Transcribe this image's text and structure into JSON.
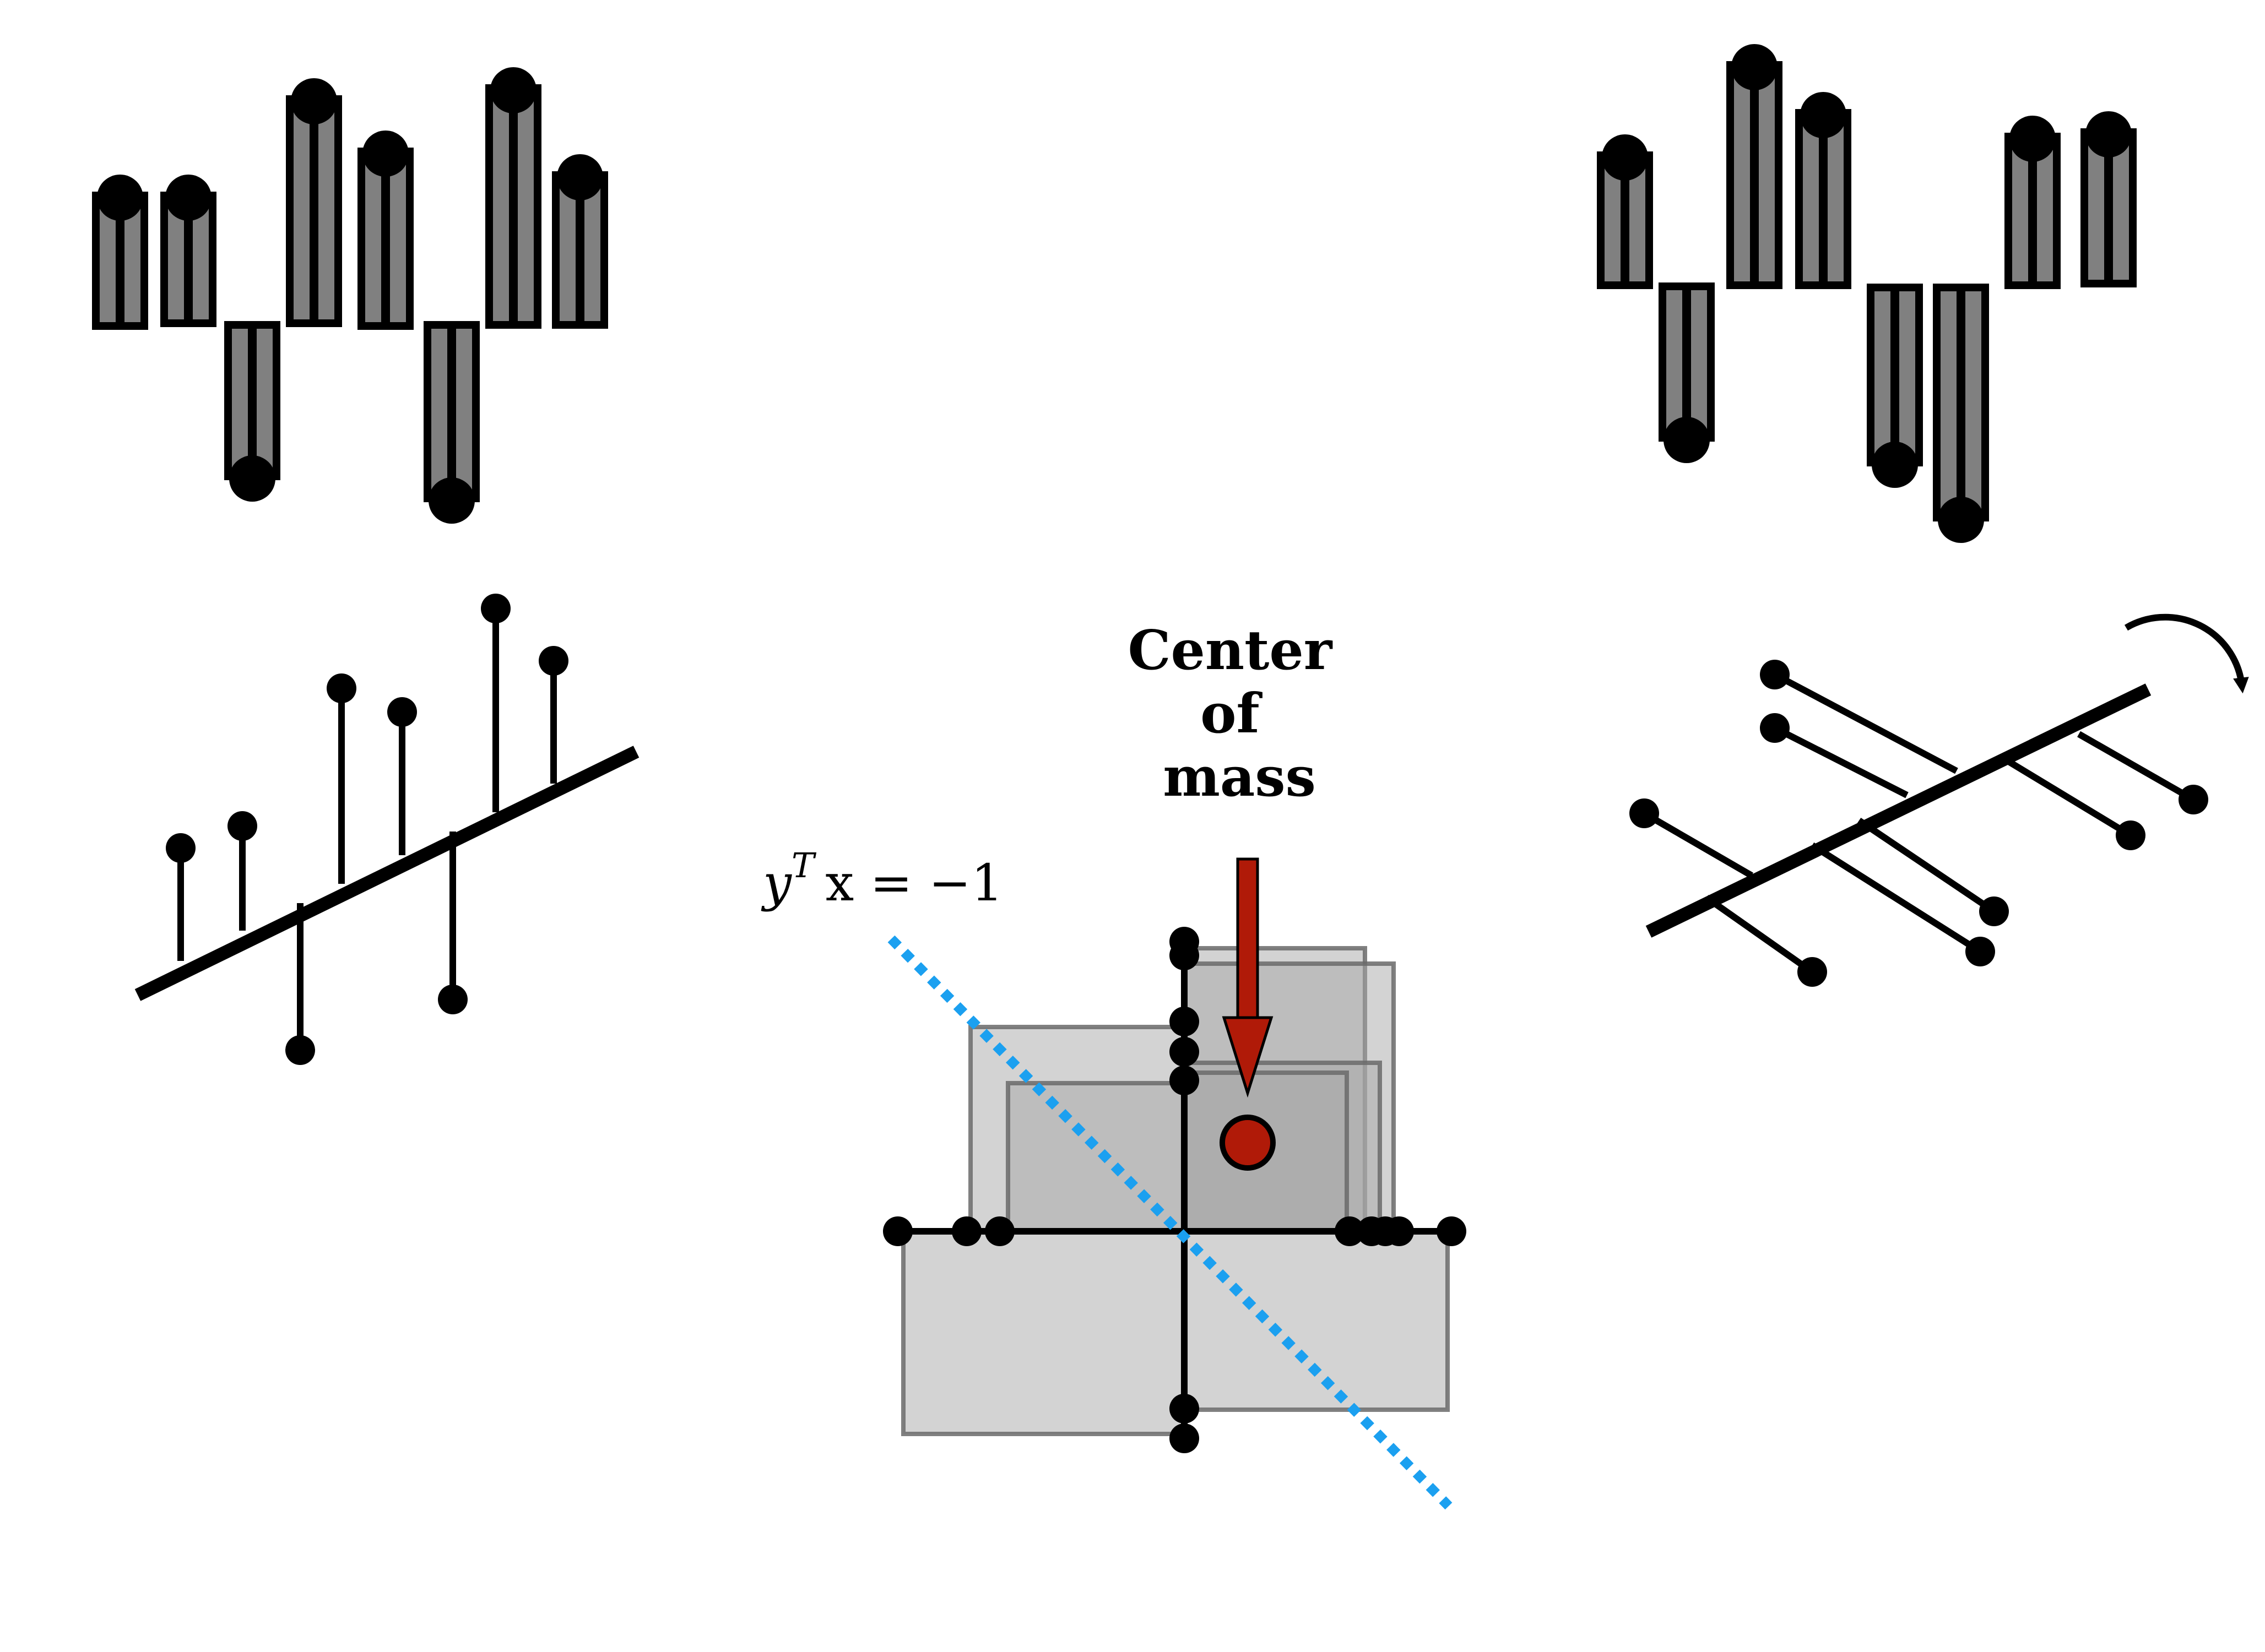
{
  "colors": {
    "ink": "#000000",
    "bar_fill": "#808080",
    "box_fill": "#a8a8a8",
    "box_edge": "#6a6a6a",
    "center_of_mass": "#b01a08",
    "dotted_line": "#1ba0f0"
  },
  "labels": {
    "center_of_mass": [
      "Center",
      "of",
      "mass"
    ],
    "equation_main": "y",
    "equation_sup": "T",
    "equation_rest": "x = −1"
  },
  "icons": {
    "rotation": "curved-rotation-arrow-icon",
    "com_arrow": "down-arrow-icon"
  }
}
